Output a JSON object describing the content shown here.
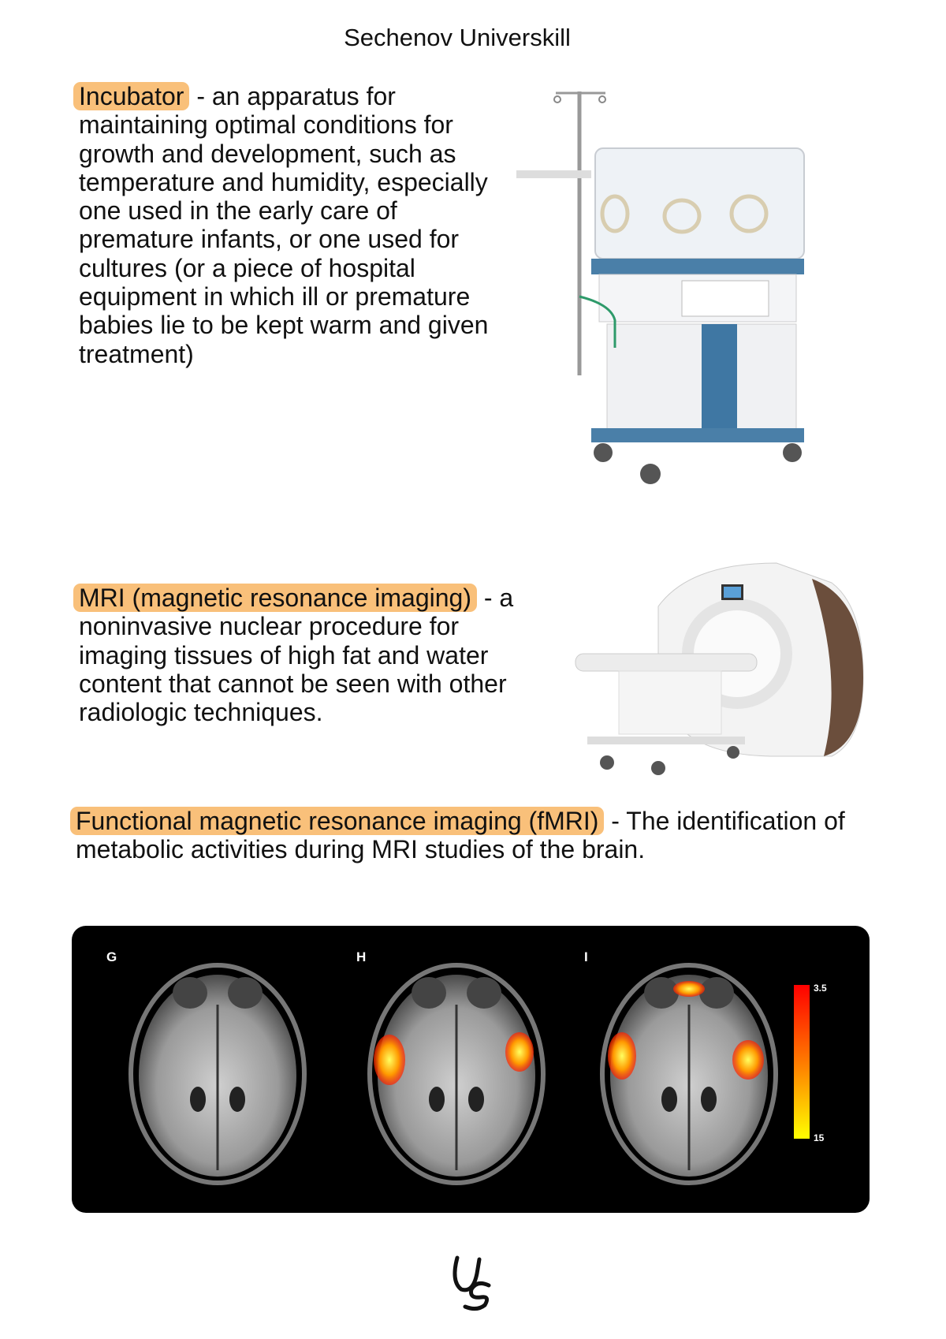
{
  "header": {
    "title": "Sechenov Universkill"
  },
  "incubator": {
    "term": "Incubator",
    "definition": " - an apparatus for maintaining optimal conditions for growth and development, such as temperature and humidity, especially one used in the early care of premature infants, or one used for cultures (or a piece of hospital equipment in which ill or premature babies lie to be kept warm and given treatment)"
  },
  "mri": {
    "term": "MRI (magnetic resonance imaging)",
    "definition": " - a noninvasive nuclear procedure for imaging tissues of high fat and water content that cannot be seen with other radiologic techniques."
  },
  "fmri": {
    "term": "Functional magnetic resonance imaging (fMRI)",
    "definition": " - The identification of metabolic activities during MRI studies of the brain."
  },
  "figure": {
    "panels": [
      "G",
      "H",
      "I"
    ],
    "scale_max": "3.5",
    "scale_min": "15"
  },
  "colors": {
    "highlight": "#f9c07a",
    "panel_bg": "#000000",
    "scale_top": "#ff0000",
    "scale_bottom": "#ffff00"
  },
  "logo": {
    "text": "US"
  }
}
